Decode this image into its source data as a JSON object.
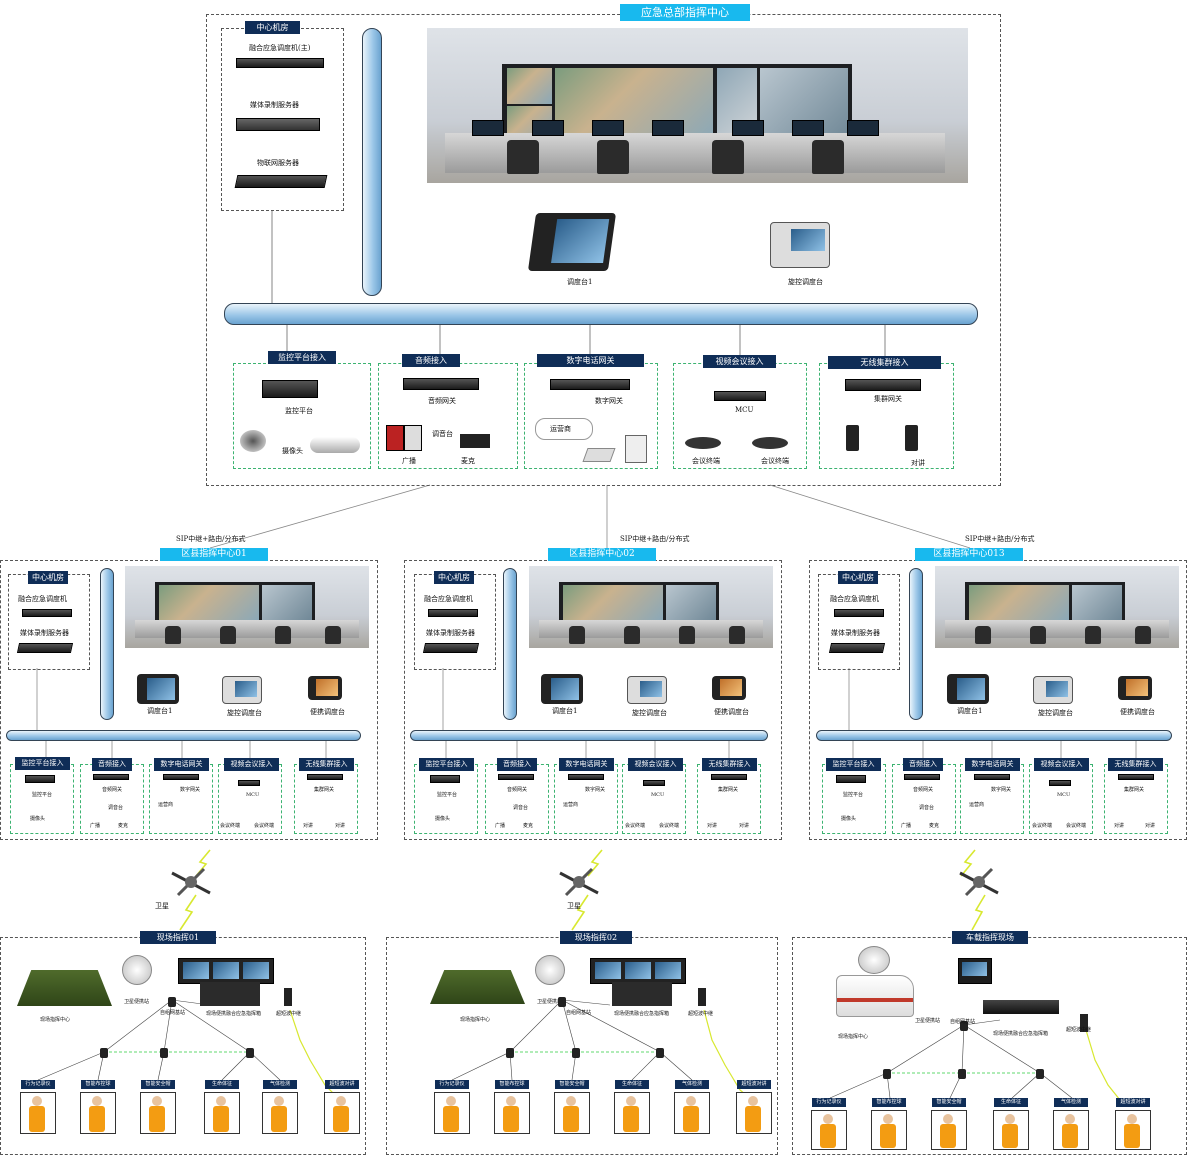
{
  "hq": {
    "title": "应急总部指挥中心",
    "room_title": "中心机房",
    "servers": [
      "融合应急调度机(主)",
      "媒体录制服务器",
      "物联网服务器"
    ],
    "consoles": [
      "调度台1",
      "旋控调度台"
    ],
    "access": [
      {
        "title": "监控平台接入",
        "labels": [
          "监控平台",
          "摄像头"
        ]
      },
      {
        "title": "音频接入",
        "labels": [
          "音频网关",
          "调音台",
          "广播",
          "麦克"
        ]
      },
      {
        "title": "数字电话网关",
        "labels": [
          "数字网关",
          "运营商"
        ]
      },
      {
        "title": "视频会议接入",
        "labels": [
          "MCU",
          "会议终端",
          "会议终端"
        ]
      },
      {
        "title": "无线集群接入",
        "labels": [
          "集群网关",
          "对讲"
        ]
      }
    ]
  },
  "link_label": "SIP中继+路由/分布式",
  "districts": [
    {
      "title": "区县指挥中心01"
    },
    {
      "title": "区县指挥中心02"
    },
    {
      "title": "区县指挥中心013"
    }
  ],
  "district_common": {
    "room_title": "中心机房",
    "servers": [
      "融合应急调度机",
      "媒体录制服务器"
    ],
    "consoles": [
      "调度台1",
      "旋控调度台",
      "便携调度台"
    ],
    "access_titles": [
      "监控平台接入",
      "音频接入",
      "数字电话网关",
      "视频会议接入",
      "无线集群接入"
    ],
    "access_labels": {
      "monitor": [
        "监控平台",
        "摄像头"
      ],
      "audio": [
        "音频网关",
        "调音台",
        "广播",
        "麦克"
      ],
      "phone": [
        "数字网关",
        "运营商"
      ],
      "video": [
        "MCU",
        "会议终端",
        "会议终端"
      ],
      "radio": [
        "集群网关",
        "对讲",
        "对讲"
      ]
    }
  },
  "satellite_label": "卫星",
  "fields": [
    {
      "title": "现场指挥01",
      "center": "现场指挥中心",
      "sat": "卫星便携站",
      "box": "现场便携融合应急指挥箱",
      "relay": "超短波中继",
      "mesh": "自组网基站",
      "terminals": [
        "行为记录仪",
        "智能布控球",
        "智能安全帽",
        "生命体征",
        "气体检测",
        "超短波对讲"
      ]
    },
    {
      "title": "现场指挥02",
      "center": "现场指挥中心",
      "sat": "卫星便携站",
      "box": "现场便携融合应急指挥箱",
      "relay": "超短波中继",
      "mesh": "自组网基站",
      "terminals": [
        "行为记录仪",
        "智能布控球",
        "智能安全帽",
        "生命体征",
        "气体检测",
        "超短波对讲"
      ]
    },
    {
      "title": "车载指挥现场",
      "center": "现场指挥中心",
      "sat": "卫星便携站",
      "box": "现场便携融合应急指挥箱",
      "relay": "超短波中继",
      "mesh": "自组网基站",
      "terminals": [
        "行为记录仪",
        "智能布控球",
        "智能安全帽",
        "生命体征",
        "气体检测",
        "超短波对讲"
      ]
    }
  ],
  "colors": {
    "navy": "#0f2d57",
    "cyan": "#18b9ee",
    "pipe": "#9cc7e8",
    "green_dash": "#3cb371",
    "link_yellow": "#d8e830"
  }
}
